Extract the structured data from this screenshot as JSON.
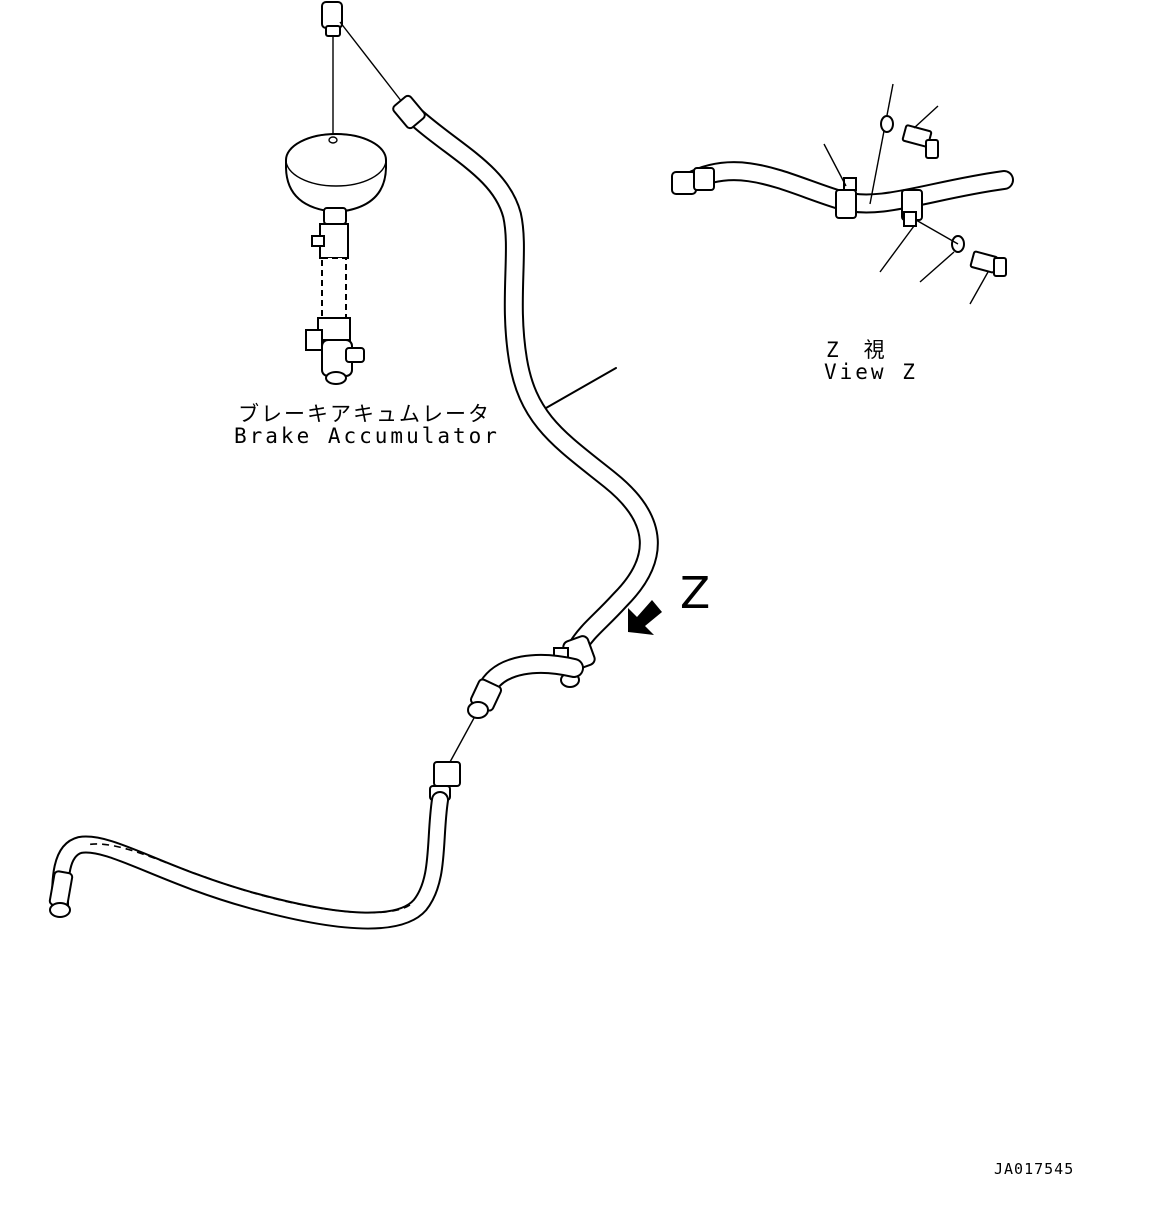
{
  "labels": {
    "accumulator_jp": "ブレーキアキュムレータ",
    "accumulator_en": "Brake Accumulator",
    "view_jp": "Z　視",
    "view_en": "View Z",
    "view_marker": "Z",
    "drawing_number": "JA017545"
  }
}
